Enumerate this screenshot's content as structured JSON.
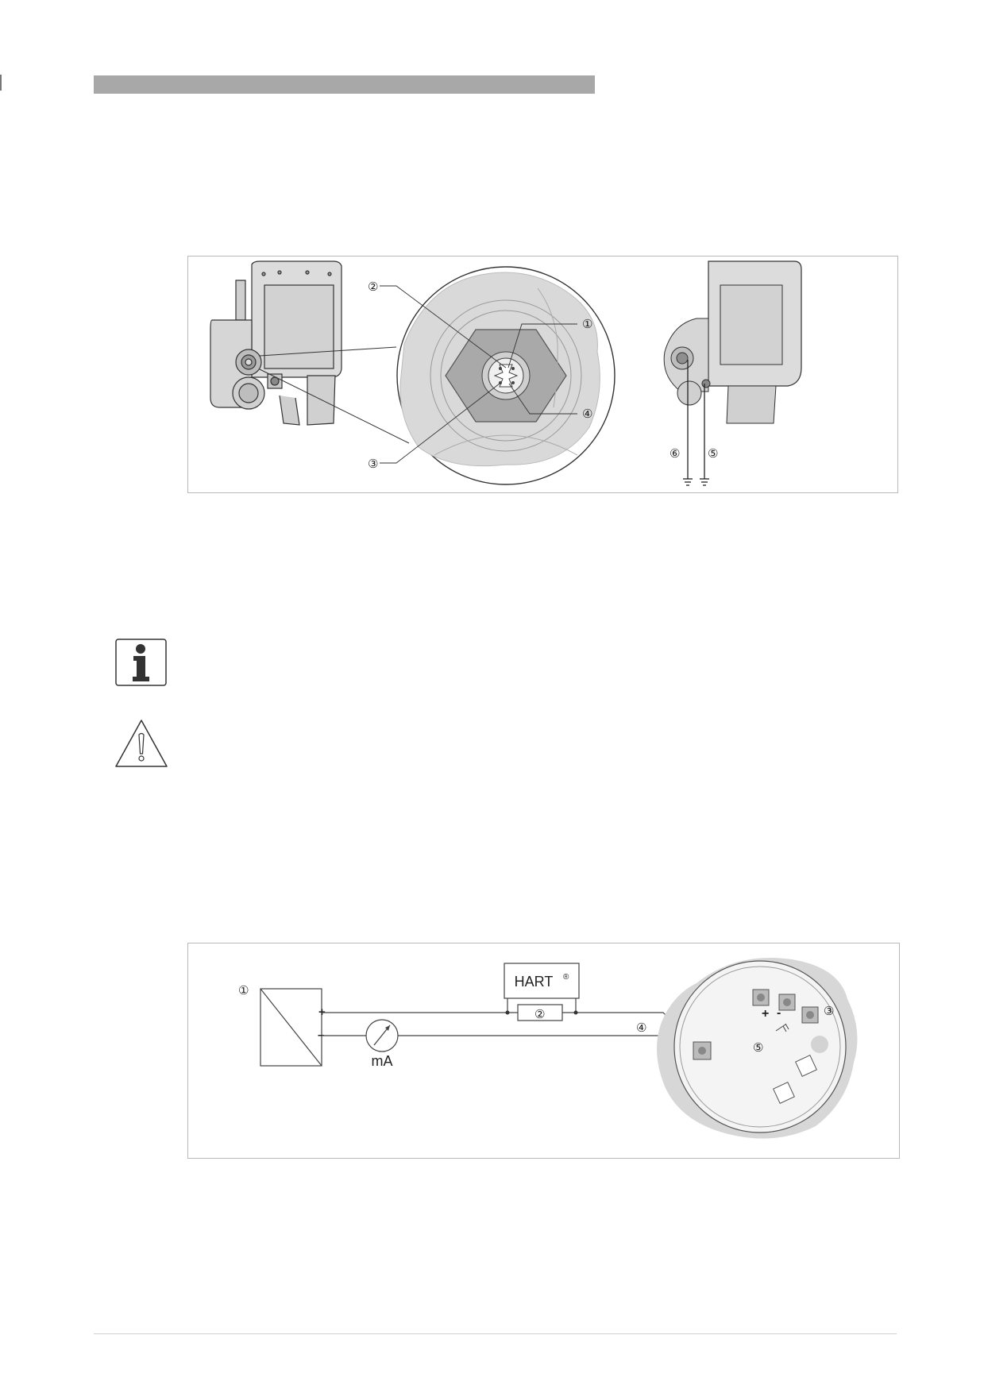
{
  "figure1": {
    "callouts": [
      "①",
      "②",
      "③",
      "④",
      "⑤",
      "⑥"
    ]
  },
  "figure2": {
    "callouts": [
      "①",
      "②",
      "③",
      "④",
      "⑤"
    ],
    "hart_label": "HART",
    "hart_mark": "®",
    "meter_unit": "mA",
    "plus_sign": "+",
    "minus_sign": "–",
    "terminal_plus": "+",
    "terminal_minus": "-"
  },
  "icons": {
    "info": "info-icon",
    "warning": "warning-triangle-icon"
  }
}
